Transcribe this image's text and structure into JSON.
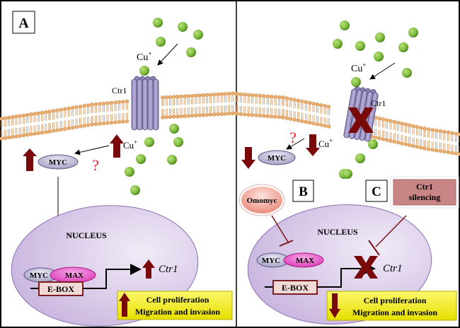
{
  "figure": {
    "panels": {
      "left": {
        "label": "A"
      },
      "right": {
        "labels": [
          "B",
          "C"
        ]
      }
    },
    "left": {
      "ion_top": "Cu",
      "ion_top_sup": "+",
      "transporter": "Ctr1",
      "ion_bottom": "Cu",
      "ion_bottom_sup": "+",
      "myc": "MYC",
      "question": "?",
      "nucleus": "NUCLEUS",
      "complex_myc": "MYC",
      "complex_max": "MAX",
      "ebox": "E-BOX",
      "gene": "Ctr1",
      "outcome_line1": "Cell proliferation",
      "outcome_line2": "Migration and invasion",
      "outcome_direction": "up"
    },
    "right": {
      "ion_top": "Cu",
      "ion_top_sup": "+",
      "transporter": "Ctr1",
      "ion_bottom": "Cu",
      "ion_bottom_sup": "+",
      "myc": "MYC",
      "question": "?",
      "inhibitor": "Omomyc",
      "silencing_line1": "Ctr1",
      "silencing_line2": "silencing",
      "nucleus": "NUCLEUS",
      "complex_myc": "MYC",
      "complex_max": "MAX",
      "ebox": "E-BOX",
      "gene": "Ctr1",
      "outcome_line1": "Cell proliferation",
      "outcome_line2": "Migration and invasion",
      "outcome_direction": "down"
    },
    "colors": {
      "copper": "#7dbb3c",
      "transporter": "#a59bc9",
      "membrane": "#e7a25a",
      "arrow_dark_red": "#7a0a0a",
      "question": "#e8212a",
      "nucleus": "#d9cbe9",
      "max": "#e44fc3",
      "myc": "#c4c0d8",
      "outcome_box": "#f2ee10",
      "silencing_box": "#c98586",
      "omomyc": "#f0a69a"
    }
  }
}
